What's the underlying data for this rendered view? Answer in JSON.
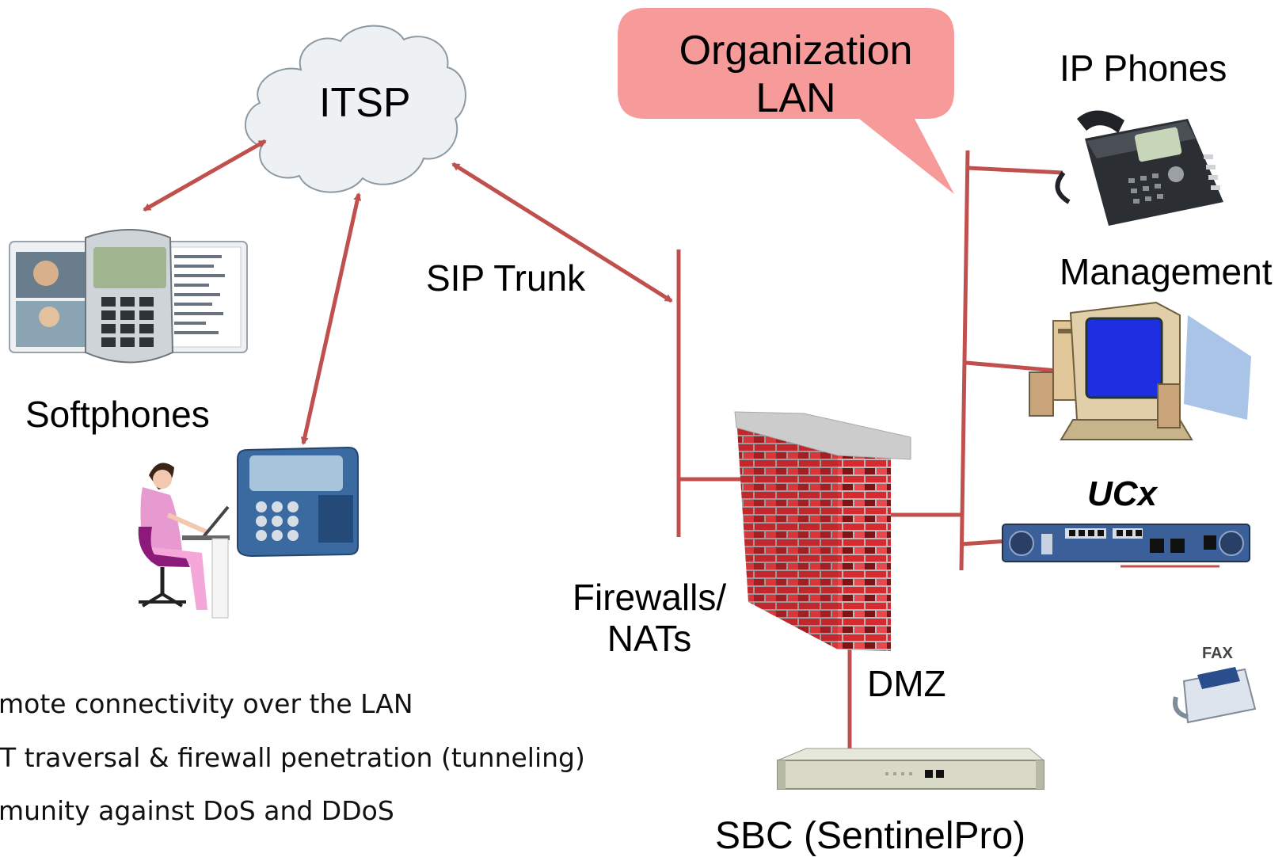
{
  "labels": {
    "itsp": "ITSP",
    "org_lan": "Organization\nLAN",
    "ip_phones": "IP Phones",
    "management": "Management",
    "ucx": "UCx",
    "sip_trunk": "SIP Trunk",
    "softphones": "Softphones",
    "firewalls_nats": "Firewalls/\nNATs",
    "dmz": "DMZ",
    "fax": "FAX",
    "sbc": "SBC (SentinelPro)"
  },
  "bullets": [
    "mote connectivity over the LAN",
    "T traversal & firewall penetration (tunneling)",
    "munity against DoS and DDoS"
  ],
  "icons": [
    "cloud-icon",
    "ip-phone-icon",
    "computer-icon",
    "ucx-appliance-icon",
    "softphone-app-icon",
    "woman-at-laptop-icon",
    "desk-phone-icon",
    "firewall-brick-wall-icon",
    "fax-machine-icon",
    "sbc-rack-unit-icon"
  ],
  "colors": {
    "link": "#c0504d",
    "callout": "#f79a9a",
    "cloud_fill": "#eef1f3",
    "cloud_stroke": "#8d9aa3"
  }
}
